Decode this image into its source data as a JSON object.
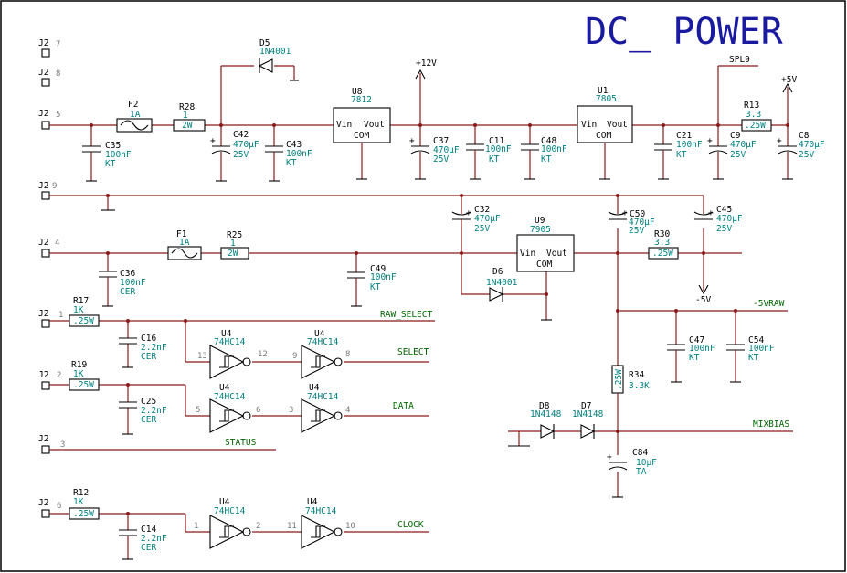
{
  "title": "DC_  POWER",
  "connectors": {
    "j2_7": {
      "ref": "J2",
      "pin": "7"
    },
    "j2_8": {
      "ref": "J2",
      "pin": "8"
    },
    "j2_5": {
      "ref": "J2",
      "pin": "5"
    },
    "j2_9": {
      "ref": "J2",
      "pin": "9"
    },
    "j2_4": {
      "ref": "J2",
      "pin": "4"
    },
    "j2_1": {
      "ref": "J2",
      "pin": "1"
    },
    "j2_2": {
      "ref": "J2",
      "pin": "2"
    },
    "j2_3": {
      "ref": "J2",
      "pin": "3"
    },
    "j2_6": {
      "ref": "J2",
      "pin": "6"
    }
  },
  "components": {
    "f2": {
      "ref": "F2",
      "value": "1A"
    },
    "f1": {
      "ref": "F1",
      "value": "1A"
    },
    "r28": {
      "ref": "R28",
      "value": "1",
      "rating": "2W"
    },
    "r25": {
      "ref": "R25",
      "value": "1",
      "rating": "2W"
    },
    "d5": {
      "ref": "D5",
      "value": "1N4001"
    },
    "d6": {
      "ref": "D6",
      "value": "1N4001"
    },
    "d8": {
      "ref": "D8",
      "value": "1N4148"
    },
    "d7": {
      "ref": "D7",
      "value": "1N4148"
    },
    "u8": {
      "ref": "U8",
      "part": "7812",
      "pin_in": "Vin",
      "pin_out": "Vout",
      "pin_com": "COM"
    },
    "u1": {
      "ref": "U1",
      "part": "7805",
      "pin_in": "Vin",
      "pin_out": "Vout",
      "pin_com": "COM"
    },
    "u9": {
      "ref": "U9",
      "part": "7905",
      "pin_in": "Vin",
      "pin_out": "Vout",
      "pin_com": "COM"
    },
    "c35": {
      "ref": "C35",
      "value": "100nF",
      "type": "KT"
    },
    "c42": {
      "ref": "C42",
      "value": "470µF",
      "type": "25V"
    },
    "c43": {
      "ref": "C43",
      "value": "100nF",
      "type": "KT"
    },
    "c37": {
      "ref": "C37",
      "value": "470µF",
      "type": "25V"
    },
    "c11": {
      "ref": "C11",
      "value": "100nF",
      "type": "KT"
    },
    "c48": {
      "ref": "C48",
      "value": "100nF",
      "type": "KT"
    },
    "c21": {
      "ref": "C21",
      "value": "100nF",
      "type": "KT"
    },
    "c9": {
      "ref": "C9",
      "value": "470µF",
      "type": "25V"
    },
    "c8": {
      "ref": "C8",
      "value": "470µF",
      "type": "25V"
    },
    "r13": {
      "ref": "R13",
      "value": "3.3",
      "rating": ".25W"
    },
    "c32": {
      "ref": "C32",
      "value": "470µF",
      "type": "25V"
    },
    "c50": {
      "ref": "C50",
      "value": "470µF",
      "type": "25V"
    },
    "c45": {
      "ref": "C45",
      "value": "470µF",
      "type": "25V"
    },
    "c36": {
      "ref": "C36",
      "value": "100nF",
      "type": "CER"
    },
    "c49": {
      "ref": "C49",
      "value": "100nF",
      "type": "KT"
    },
    "r30": {
      "ref": "R30",
      "value": "3.3",
      "rating": ".25W"
    },
    "c47": {
      "ref": "C47",
      "value": "100nF",
      "type": "KT"
    },
    "c54": {
      "ref": "C54",
      "value": "100nF",
      "type": "KT"
    },
    "r34": {
      "ref": "R34",
      "value": "3.3K",
      "rating": ".25W"
    },
    "c84": {
      "ref": "C84",
      "value": "10µF",
      "type": "TA"
    },
    "r17": {
      "ref": "R17",
      "value": "1K",
      "rating": ".25W"
    },
    "r19": {
      "ref": "R19",
      "value": "1K",
      "rating": ".25W"
    },
    "r12": {
      "ref": "R12",
      "value": "1K",
      "rating": ".25W"
    },
    "c16": {
      "ref": "C16",
      "value": "2.2nF",
      "type": "CER"
    },
    "c25": {
      "ref": "C25",
      "value": "2.2nF",
      "type": "CER"
    },
    "c14": {
      "ref": "C14",
      "value": "2.2nF",
      "type": "CER"
    },
    "u4a": {
      "ref": "U4",
      "part": "74HC14",
      "pin_in": "13",
      "pin_out": "12"
    },
    "u4b": {
      "ref": "U4",
      "part": "74HC14",
      "pin_in": "9",
      "pin_out": "8"
    },
    "u4c": {
      "ref": "U4",
      "part": "74HC14",
      "pin_in": "5",
      "pin_out": "6"
    },
    "u4d": {
      "ref": "U4",
      "part": "74HC14",
      "pin_in": "3",
      "pin_out": "4"
    },
    "u4e": {
      "ref": "U4",
      "part": "74HC14",
      "pin_in": "1",
      "pin_out": "2"
    },
    "u4f": {
      "ref": "U4",
      "part": "74HC14",
      "pin_in": "11",
      "pin_out": "10"
    }
  },
  "nets": {
    "p12v": "+12V",
    "p5v": "+5V",
    "n5v": "-5V",
    "spl9": "SPL9",
    "n5vraw": "-5VRAW",
    "raw_select": "RAW_SELECT",
    "select": "SELECT",
    "data": "DATA",
    "status": "STATUS",
    "mixbias": "MIXBIAS",
    "clock": "CLOCK"
  },
  "colors": {
    "wire": "#8b1a1a",
    "symbol": "#000000",
    "label": "#008080",
    "net": "#006400",
    "title": "#1a1aa0"
  }
}
